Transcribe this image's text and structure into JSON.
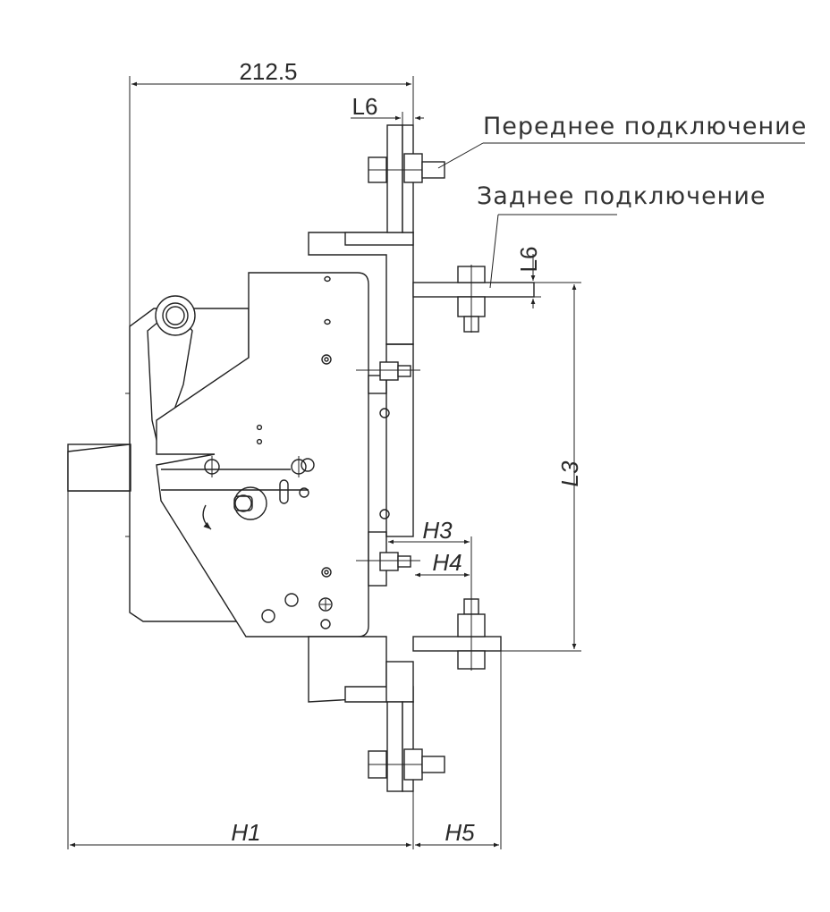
{
  "dimensions": {
    "width_total": "212.5",
    "l6_top": "L6",
    "l6_rear": "L6",
    "l3": "L3",
    "h1": "H1",
    "h3": "H3",
    "h4": "H4",
    "h5": "H5"
  },
  "callouts": {
    "front_connection": "Переднее подключение",
    "rear_connection": "Заднее подключение"
  }
}
